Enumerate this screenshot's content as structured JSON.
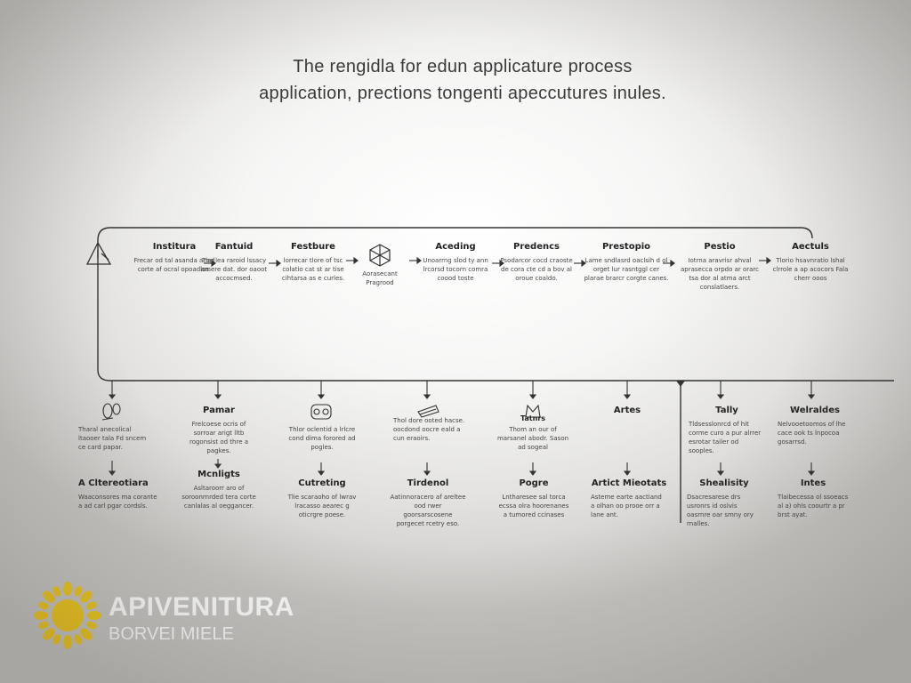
{
  "title": {
    "line1": "The rengidla for edun applicature process",
    "line2": "application, prections tongenti apeccutures inules."
  },
  "top_steps": [
    {
      "label": "Institura",
      "desc": "Frecar od tal asanda anad corte af ocral opoadlos."
    },
    {
      "label": "Fantuid",
      "desc": "The lea raroid lssacy amere dat. dor oaoot accocmsed."
    },
    {
      "label": "Festbure",
      "desc": "lorrecar tlore of tsc colatio cat st ar tise cihtarsa as e curles."
    },
    {
      "label": "",
      "desc": "Aorasecant Pragrood"
    },
    {
      "label": "Aceding",
      "desc": "Unoarrng slod ty ann lrcorsd tocorn comra coood toste"
    },
    {
      "label": "Predencs",
      "desc": "Psodarcor cocd craoste de cora cte cd a bov al oroue coaldo."
    },
    {
      "label": "Prestopio",
      "desc": "Lame sndlasrd oaclsih d ol orget lur rasntggl cer plarae brarcr corgte canes."
    },
    {
      "label": "Pestio",
      "desc": "Iotrna aravrisr ahval aprasecca orpdo ar orarc tsa dor al atma arct conslatlaers."
    },
    {
      "label": "Aectuls",
      "desc": "Tlorio hsavnratio lshal clrrole a ap acocors Fala cherr ooos"
    }
  ],
  "bottom_row1": [
    {
      "label": "",
      "desc": "Tharal anecolical ltaooer tala Fd sncem ce card papar."
    },
    {
      "label": "Pamar",
      "desc": "Frelcoese ocris of sorroar arigt lltb rogonsist od thre a pagkes."
    },
    {
      "label": "",
      "desc": "Thlor oclentid a lrlcre cond dima forored ad pogles."
    },
    {
      "label": "",
      "desc": "Thol dore ooted hacse. oocdond oocre eald a cun eraoirs."
    },
    {
      "label": "Tatnrs",
      "desc": "Thom an our of marsanel abodr. Sason ad sogeal"
    },
    {
      "label": "Artes",
      "desc": ""
    },
    {
      "label": "Tally",
      "desc": "Tldsesslonrcd of hit corme curo a pur alrrer esrotar tailer od sooples."
    },
    {
      "label": "Welraldes",
      "desc": "Nelvooetoomos of lhe cace ook ts lnpocoa gosarrsd."
    }
  ],
  "bottom_row2": [
    {
      "label": "A Cltereotiara",
      "desc": "Waaconsores ma corante a ad carl pgar cordsls."
    },
    {
      "label": "Mcnligts",
      "desc": "Asltaroorr aro of soroonrnrded tera corte canlalas al oeggancer."
    },
    {
      "label": "Cutreting",
      "desc": "Tlie scaraoho of lwrav lracasso aearec g oticrgre poese."
    },
    {
      "label": "Tirdenol",
      "desc": "Aatinnoracero af areltee ood rwer goorsarscosene porgecet rcetry eso."
    },
    {
      "label": "Pogre",
      "desc": "Lntharesee sal torca ecssa olra hoorenanes a tumored ccinases"
    },
    {
      "label": "Artict Mieotats",
      "desc": "Asteme earte aactiand a olhan oo prooe orr a lane ant."
    },
    {
      "label": "Shealisity",
      "desc": "Dsacresarese drs usronrs id oslvis oasrnre oar smny ory rnalles."
    },
    {
      "label": "Intes",
      "desc": "Tlaibecessa ol ssoeacs al a) ohls coourtr a pr brst ayat."
    }
  ],
  "logo": {
    "brand": "APIVENITURA",
    "sub": "BORVEI MIELE",
    "color": "#f2c81a"
  }
}
